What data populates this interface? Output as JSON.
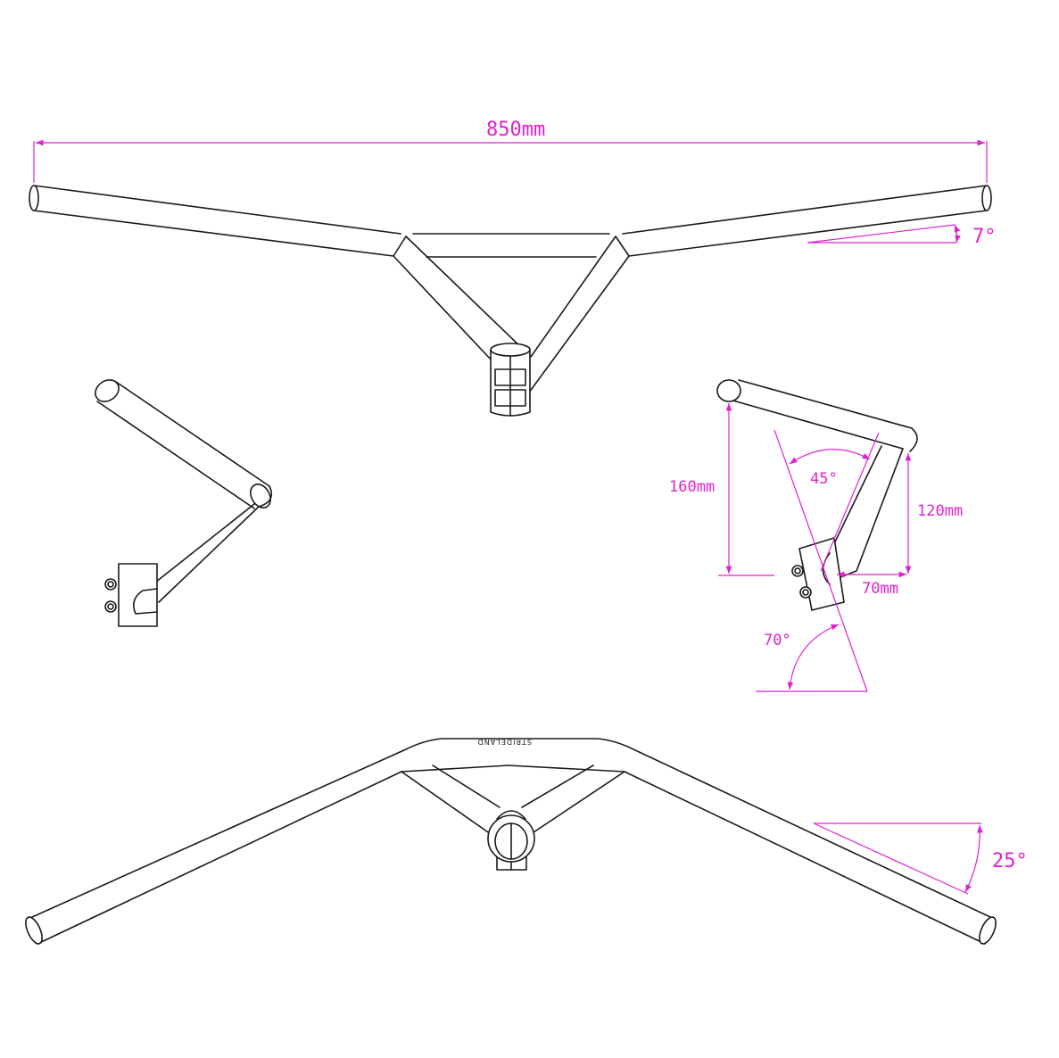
{
  "dimensions": {
    "width_label": "850mm",
    "backsweep_label": "7°",
    "rise_label": "160mm",
    "mid_rise_label": "120mm",
    "reach_label": "70mm",
    "fork_angle_label": "45°",
    "clamp_angle_label": "70°",
    "upsweep_label": "25°"
  },
  "branding": {
    "logo_text": "STRIDELAND"
  },
  "colors": {
    "annotation": "#e020d0",
    "line": "#1a1a1a"
  }
}
